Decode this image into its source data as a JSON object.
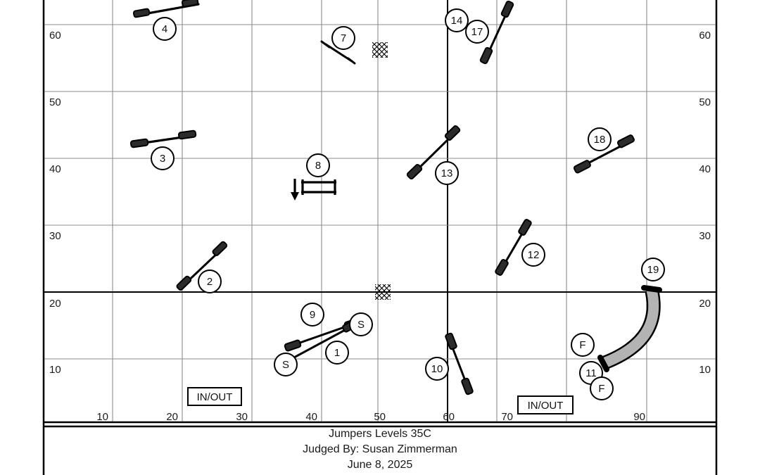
{
  "course": {
    "title": "Jumpers  Levels 35C",
    "judge_line": "Judged By: Susan Zimmerman",
    "date_line": "June 8, 2025",
    "colors": {
      "grid_minor": "#8c8c8c",
      "grid_major": "#000000",
      "border": "#000000",
      "tunnel_fill": "#b3b3b3",
      "tunnel_stroke": "#000000",
      "jump_stroke": "#000000",
      "text": "#111111",
      "background": "#ffffff"
    }
  },
  "axes": {
    "left_ticks": [
      "60",
      "50",
      "40",
      "30",
      "20",
      "10"
    ],
    "right_ticks": [
      "60",
      "50",
      "40",
      "30",
      "20",
      "10"
    ],
    "bottom_ticks": [
      "10",
      "20",
      "30",
      "40",
      "50",
      "60",
      "70",
      "90"
    ]
  },
  "gates": [
    {
      "label": "IN/OUT"
    },
    {
      "label": "IN/OUT"
    }
  ],
  "obstacles": [
    {
      "num": "1",
      "type": "jump-bar"
    },
    {
      "num": "2",
      "type": "jump-bar"
    },
    {
      "num": "3",
      "type": "jump-bar"
    },
    {
      "num": "4",
      "type": "jump-bar"
    },
    {
      "num": "7",
      "type": "jump-bar"
    },
    {
      "num": "8",
      "type": "double-jump"
    },
    {
      "num": "9",
      "type": "jump-bar"
    },
    {
      "num": "10",
      "type": "jump-bar"
    },
    {
      "num": "12",
      "type": "jump-bar"
    },
    {
      "num": "13",
      "type": "jump-bar"
    },
    {
      "num": "14",
      "type": "jump-bar"
    },
    {
      "num": "17",
      "type": "jump-bar"
    },
    {
      "num": "18",
      "type": "jump-bar"
    },
    {
      "num": "19",
      "type": "tunnel"
    },
    {
      "num": "11",
      "type": "tunnel"
    }
  ],
  "markers": {
    "start": [
      "S",
      "S"
    ],
    "finish": [
      "F",
      "F"
    ]
  },
  "chart_data": {
    "type": "scatter",
    "title": "Jumpers  Levels 35C",
    "subtitle": "Judged By: Susan Zimmerman",
    "annotation": "June 8, 2025",
    "xlabel": "",
    "ylabel": "",
    "xlim": [
      0,
      100
    ],
    "ylim": [
      0,
      68
    ],
    "grid": true,
    "x_ticks": [
      10,
      20,
      30,
      40,
      50,
      60,
      70,
      90
    ],
    "y_ticks": [
      10,
      20,
      30,
      40,
      50,
      60
    ],
    "legend_position": "none",
    "points": [
      {
        "label": "1",
        "x": 46,
        "y": 12
      },
      {
        "label": "2",
        "x": 24,
        "y": 22
      },
      {
        "label": "3",
        "x": 17,
        "y": 40
      },
      {
        "label": "4",
        "x": 17,
        "y": 60
      },
      {
        "label": "7",
        "x": 44,
        "y": 59
      },
      {
        "label": "8",
        "x": 41,
        "y": 41
      },
      {
        "label": "9",
        "x": 41,
        "y": 20
      },
      {
        "label": "10",
        "x": 59,
        "y": 11
      },
      {
        "label": "11",
        "x": 82,
        "y": 10
      },
      {
        "label": "12",
        "x": 70,
        "y": 29
      },
      {
        "label": "13",
        "x": 58,
        "y": 40
      },
      {
        "label": "14",
        "x": 62,
        "y": 64
      },
      {
        "label": "17",
        "x": 65,
        "y": 62
      },
      {
        "label": "18",
        "x": 84,
        "y": 45
      },
      {
        "label": "19",
        "x": 92,
        "y": 24
      },
      {
        "label": "S",
        "x": 37,
        "y": 11
      },
      {
        "label": "S",
        "x": 48,
        "y": 17
      },
      {
        "label": "F",
        "x": 81,
        "y": 13
      },
      {
        "label": "F",
        "x": 84,
        "y": 8
      }
    ]
  }
}
